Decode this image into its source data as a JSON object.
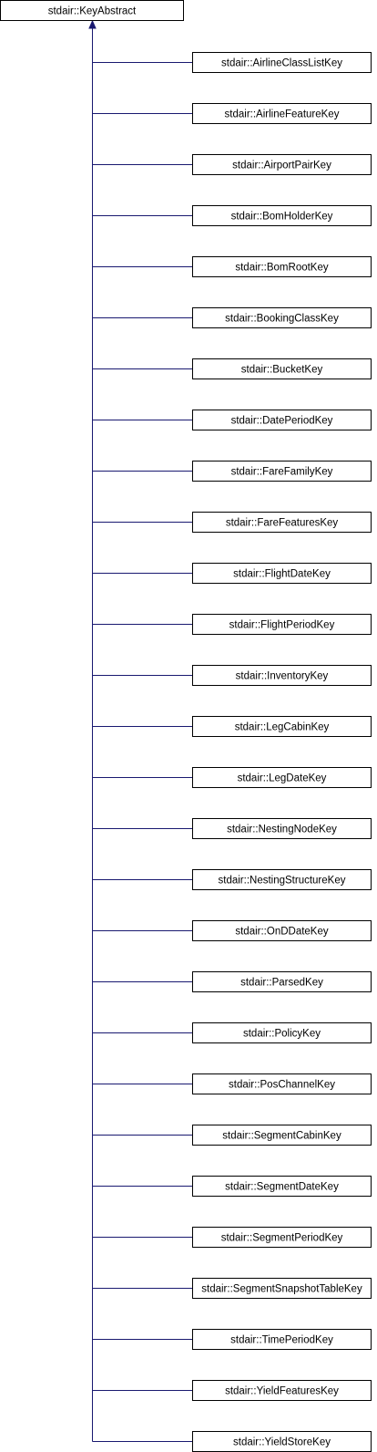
{
  "diagram": {
    "base_class": "stdair::KeyAbstract",
    "derived_classes": [
      "stdair::AirlineClassListKey",
      "stdair::AirlineFeatureKey",
      "stdair::AirportPairKey",
      "stdair::BomHolderKey",
      "stdair::BomRootKey",
      "stdair::BookingClassKey",
      "stdair::BucketKey",
      "stdair::DatePeriodKey",
      "stdair::FareFamilyKey",
      "stdair::FareFeaturesKey",
      "stdair::FlightDateKey",
      "stdair::FlightPeriodKey",
      "stdair::InventoryKey",
      "stdair::LegCabinKey",
      "stdair::LegDateKey",
      "stdair::NestingNodeKey",
      "stdair::NestingStructureKey",
      "stdair::OnDDateKey",
      "stdair::ParsedKey",
      "stdair::PolicyKey",
      "stdair::PosChannelKey",
      "stdair::SegmentCabinKey",
      "stdair::SegmentDateKey",
      "stdair::SegmentPeriodKey",
      "stdair::SegmentSnapshotTableKey",
      "stdair::TimePeriodKey",
      "stdair::YieldFeaturesKey",
      "stdair::YieldStoreKey"
    ],
    "colors": {
      "edge": "#191970",
      "box_border": "#000000",
      "box_fill": "#ffffff"
    }
  }
}
